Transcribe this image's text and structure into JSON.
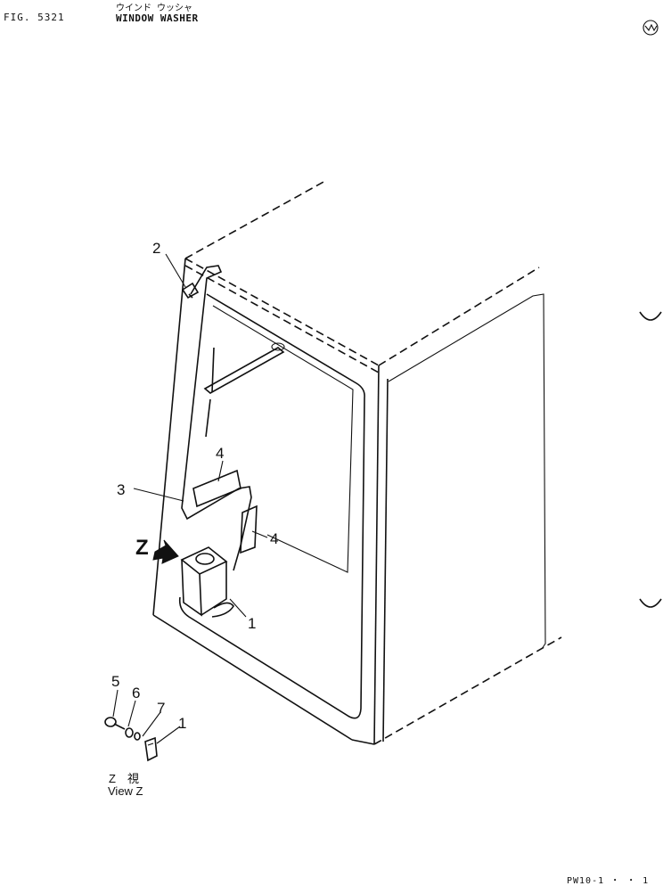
{
  "header": {
    "figure_number": "FIG. 5321",
    "title_japanese": "ウインド ウッシャ",
    "title": "WINDOW WASHER"
  },
  "footer": {
    "page_code": "PW10-1  ・ ・ 1"
  },
  "callouts": {
    "tank": "1",
    "nozzle": "2",
    "hose": "3",
    "clamp_upper": "4",
    "clamp_lower": "4",
    "bolt": "5",
    "washer_spring": "6",
    "washer_plain": "7",
    "tank_detail": "1"
  },
  "view": {
    "arrow_label": "Z",
    "caption_japanese": "Z　視",
    "caption": "View Z"
  }
}
